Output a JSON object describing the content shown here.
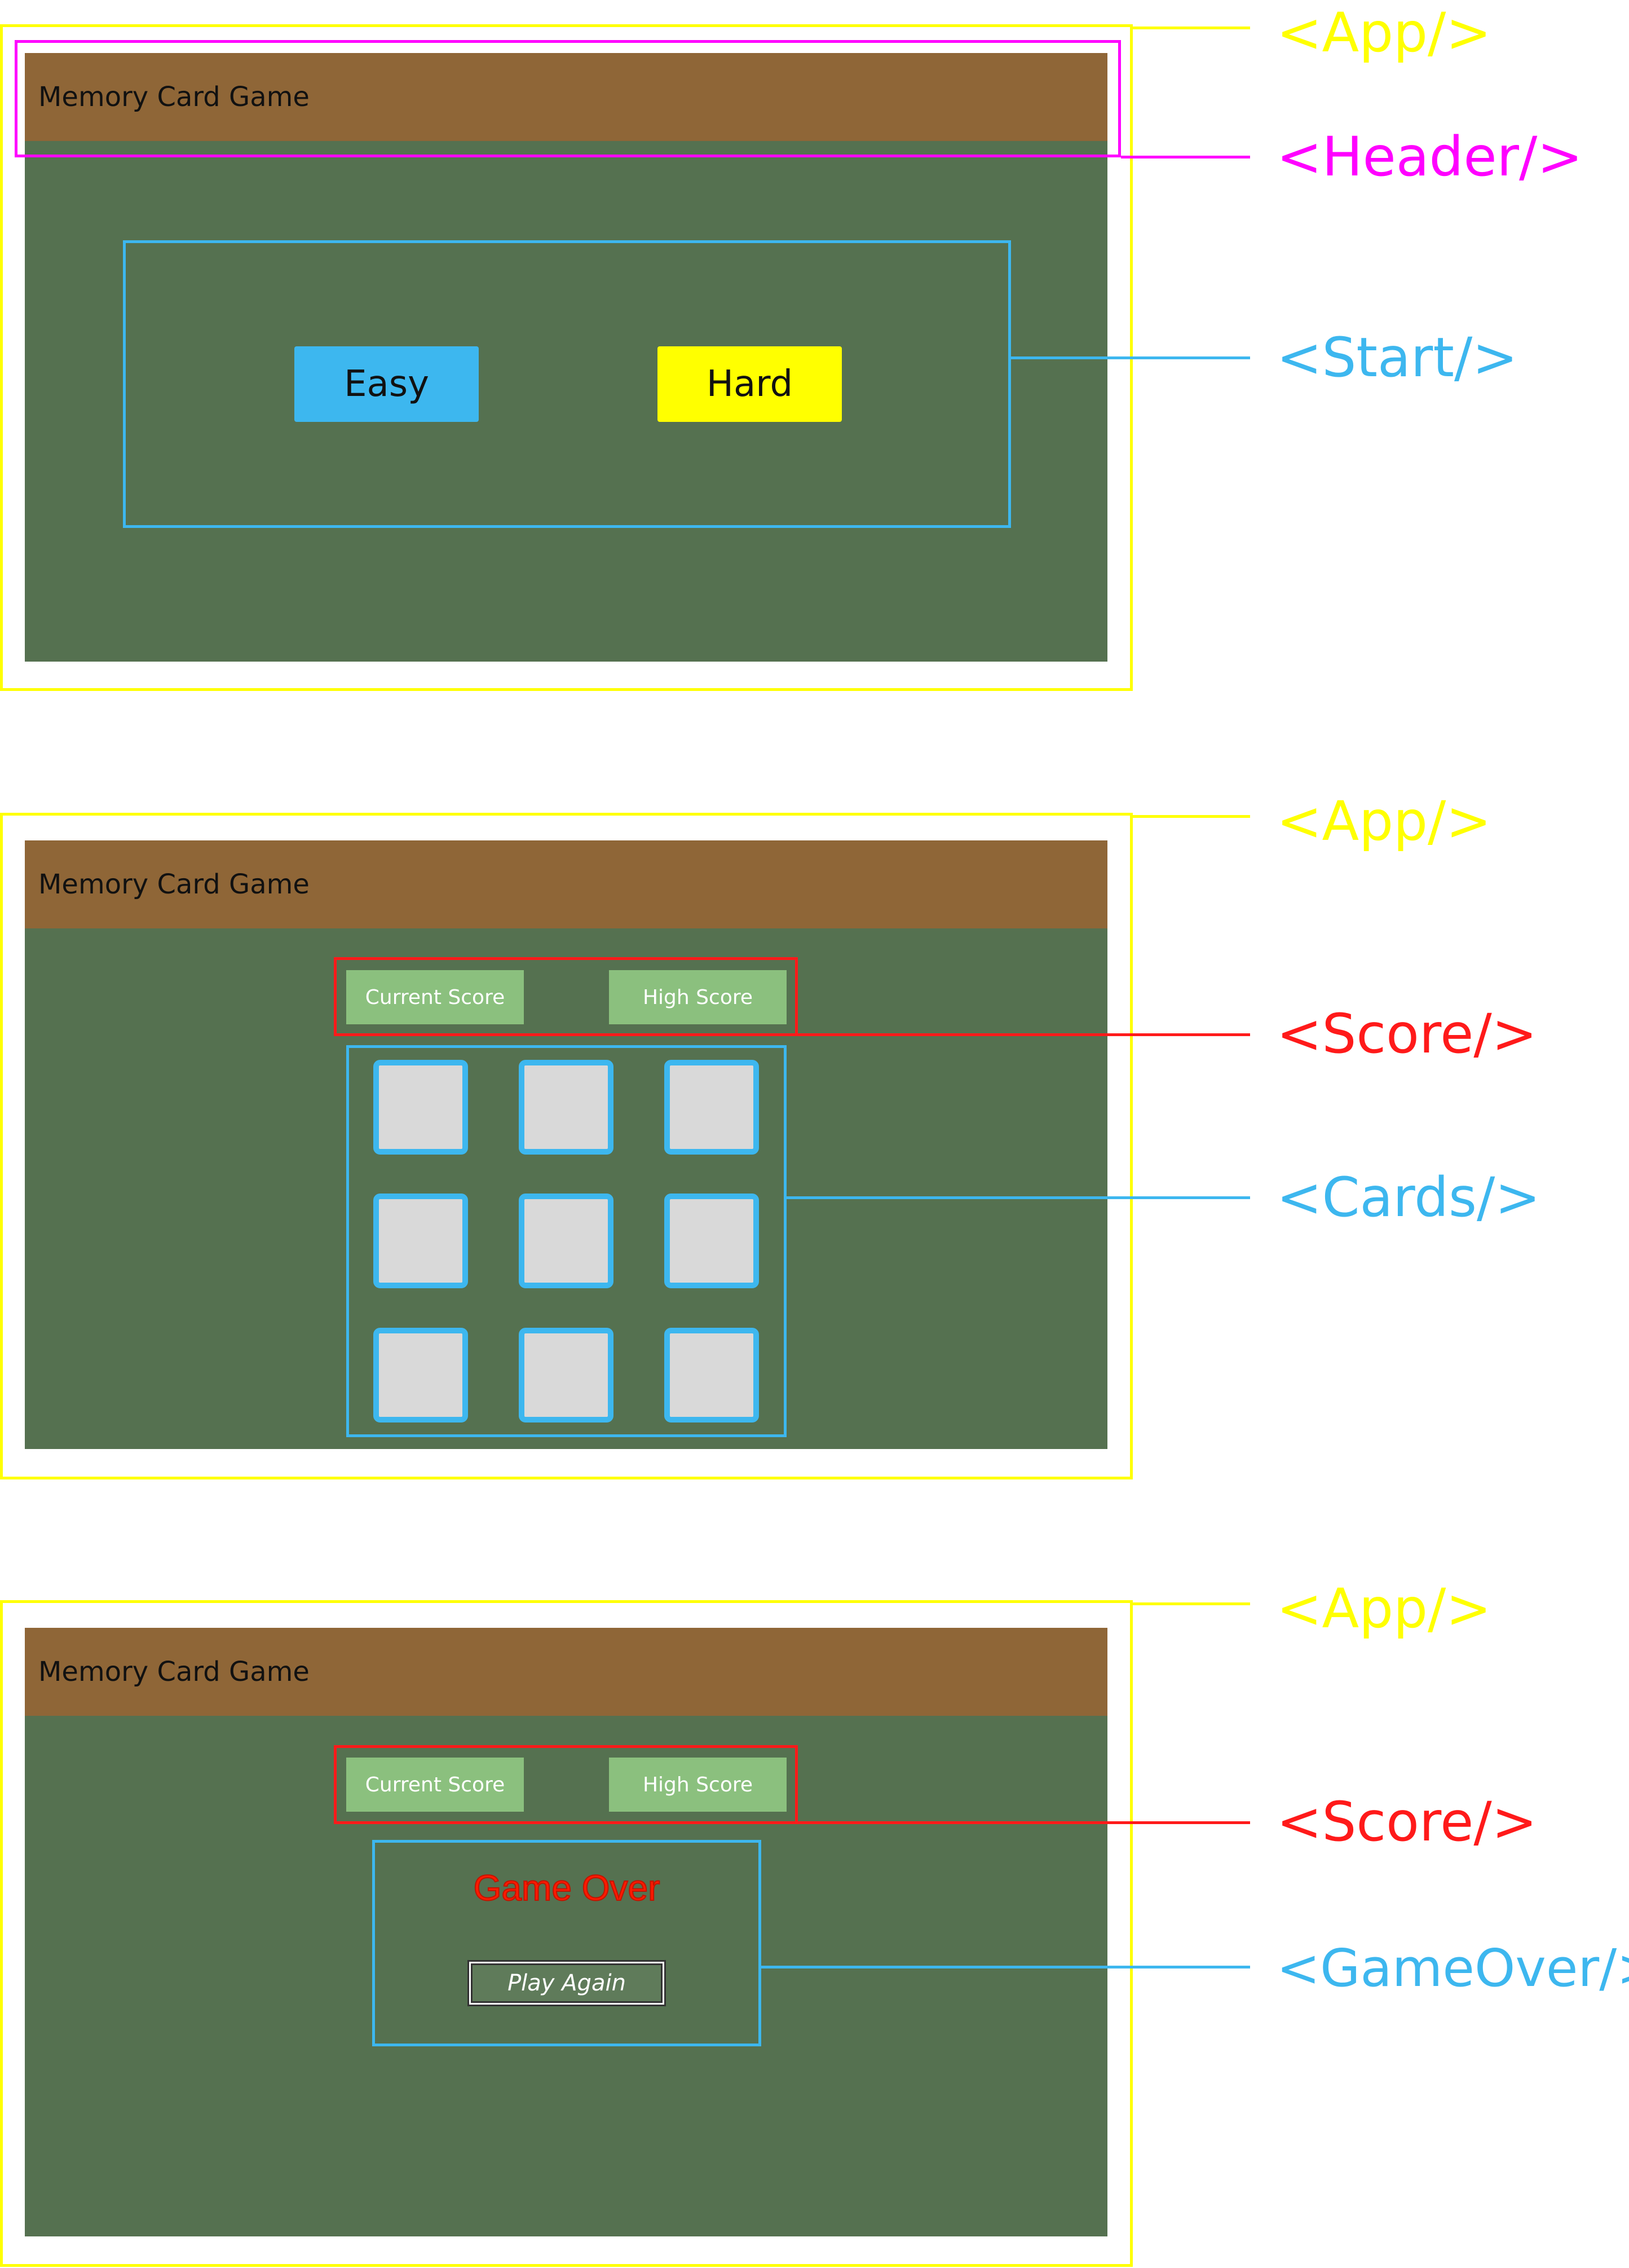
{
  "colors": {
    "app": "#ffff00",
    "header": "#ff00ff",
    "start": "#3db7ef",
    "score": "#ff1a1a",
    "cards": "#3db7ef",
    "gameover": "#3db7ef",
    "panel": "#557150",
    "header_bar": "#8f6637",
    "easy": "#3db7ef",
    "hard": "#ffff00",
    "score_box": "#8bc07e",
    "card_face": "#d9d9d9"
  },
  "labels": {
    "app": "<App/>",
    "header": "<Header/>",
    "start": "<Start/>",
    "score": "<Score/>",
    "cards": "<Cards/>",
    "gameover": "<GameOver/>"
  },
  "screen1": {
    "title": "Memory Card Game",
    "easy": "Easy",
    "hard": "Hard"
  },
  "screen2": {
    "title": "Memory Card Game",
    "current_score": "Current Score",
    "high_score": "High Score"
  },
  "screen3": {
    "title": "Memory Card Game",
    "current_score": "Current Score",
    "high_score": "High Score",
    "game_over": "Game Over",
    "play_again": "Play Again"
  }
}
